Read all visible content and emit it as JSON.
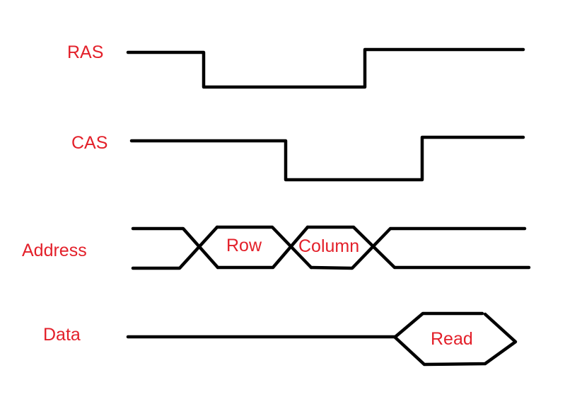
{
  "diagram": {
    "title": "DRAM read timing",
    "signals": [
      {
        "id": "ras",
        "label": "RAS"
      },
      {
        "id": "cas",
        "label": "CAS"
      },
      {
        "id": "address",
        "label": "Address",
        "phases": [
          "Row",
          "Column"
        ]
      },
      {
        "id": "data",
        "label": "Data",
        "phases": [
          "Read"
        ]
      }
    ],
    "colors": {
      "label": "#e3202a",
      "wave": "#000000",
      "background": "#ffffff"
    }
  }
}
